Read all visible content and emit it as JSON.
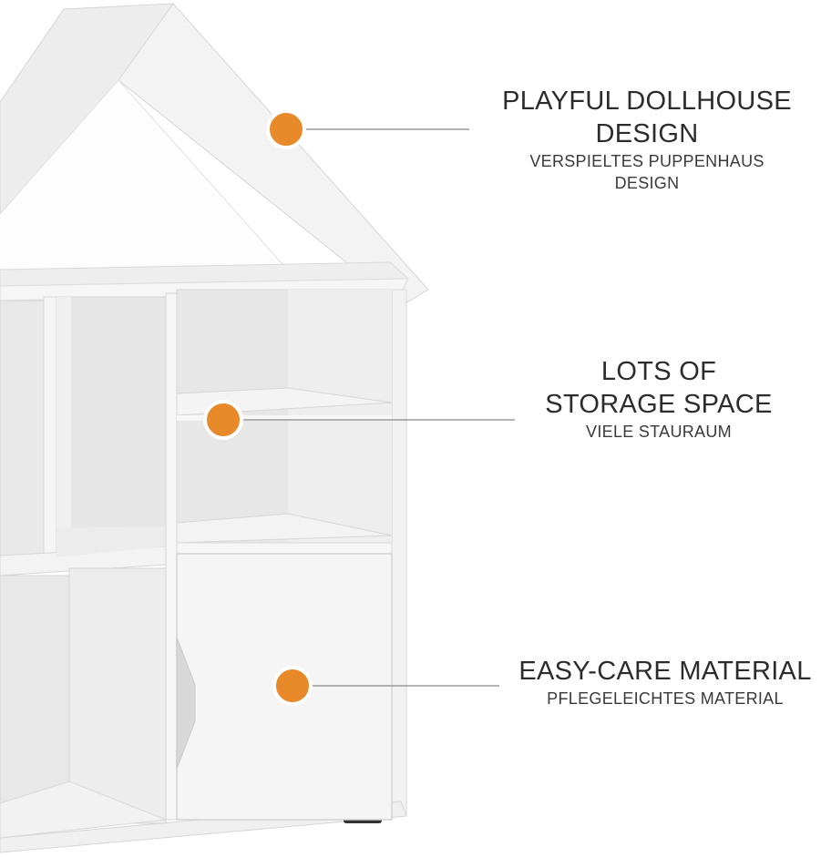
{
  "features": [
    {
      "icon": "orange-dot-icon",
      "title_line1": "PLAYFUL DOLLHOUSE",
      "title_line2": "DESIGN",
      "subtitle_line1": "VERSPIELTES PUPPENHAUS",
      "subtitle_line2": "DESIGN"
    },
    {
      "icon": "orange-dot-icon",
      "title_line1": "LOTS OF",
      "title_line2": "STORAGE SPACE",
      "subtitle_line1": "VIELE STAURAUM"
    },
    {
      "icon": "orange-dot-icon",
      "title_line1": "EASY-CARE MATERIAL",
      "subtitle_line1": "PFLEGELEICHTES MATERIAL"
    }
  ],
  "colors": {
    "accent": "#e8892a",
    "callout_line": "#9a9a9a",
    "furniture": "#f1f1f1",
    "text": "#2c2c2c"
  }
}
